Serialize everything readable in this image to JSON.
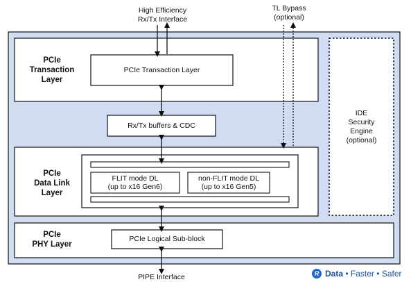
{
  "top": {
    "hei_line1": "High Efficiency",
    "hei_line2": "Rx/Tx Interface",
    "tl_bypass_line1": "TL Bypass",
    "tl_bypass_line2": "(optional)"
  },
  "transaction": {
    "label_line1": "PCIe",
    "label_line2": "Transaction",
    "label_line3": "Layer",
    "inner": "PCIe Transaction Layer"
  },
  "buffers": {
    "label": "Rx/Tx buffers & CDC"
  },
  "datalink": {
    "label_line1": "PCIe",
    "label_line2": "Data Link",
    "label_line3": "Layer",
    "flit_line1": "FLIT mode DL",
    "flit_line2": "(up to x16 Gen6)",
    "nonflit_line1": "non-FLIT mode DL",
    "nonflit_line2": "(up to x16 Gen5)"
  },
  "phy": {
    "label_line1": "PCIe",
    "label_line2": "PHY Layer",
    "inner": "PCIe Logical Sub-block"
  },
  "ide": {
    "line1": "IDE",
    "line2": "Security",
    "line3": "Engine",
    "line4": "(optional)"
  },
  "bottom": {
    "pipe": "PIPE Interface"
  },
  "logo": {
    "mark": "R",
    "word1": "Data",
    "dot1": "•",
    "word2": "Faster",
    "dot2": "•",
    "word3": "Safer"
  },
  "colors": {
    "background_panel": "#cfdcf2",
    "box_fill": "#ffffff",
    "stroke": "#111111",
    "logo_blue": "#1f66c9"
  }
}
